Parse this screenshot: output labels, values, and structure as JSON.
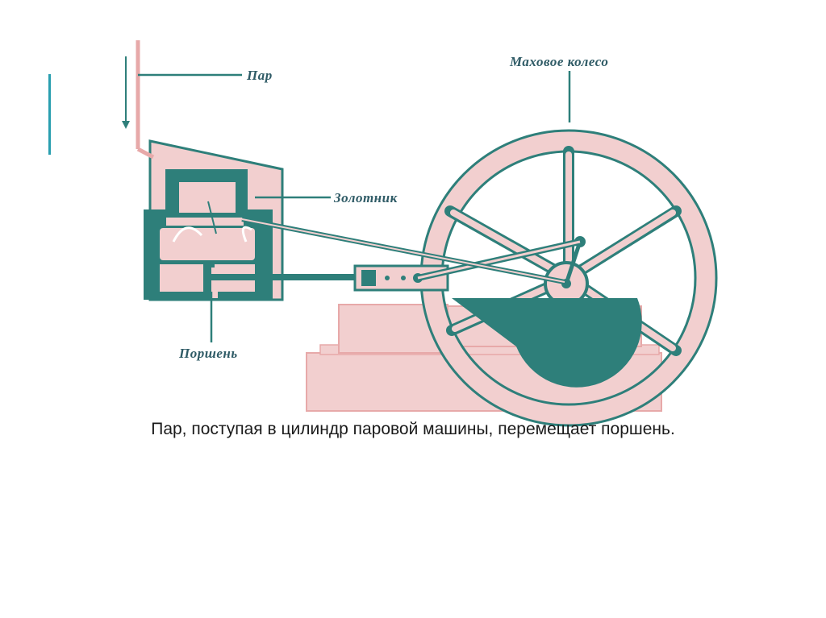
{
  "slide": {
    "caption": "Пар, поступая в цилиндр паровой машины, перемещает поршень."
  },
  "diagram": {
    "labels": {
      "steam": "Пар",
      "valve": "Золотник",
      "flywheel": "Маховое колесо",
      "piston": "Поршень"
    },
    "colors": {
      "teal": "#2e7f7a",
      "pink": "#f2cfcf",
      "pink_dark": "#e7a9a9",
      "accent": "#2a9fb0"
    }
  }
}
